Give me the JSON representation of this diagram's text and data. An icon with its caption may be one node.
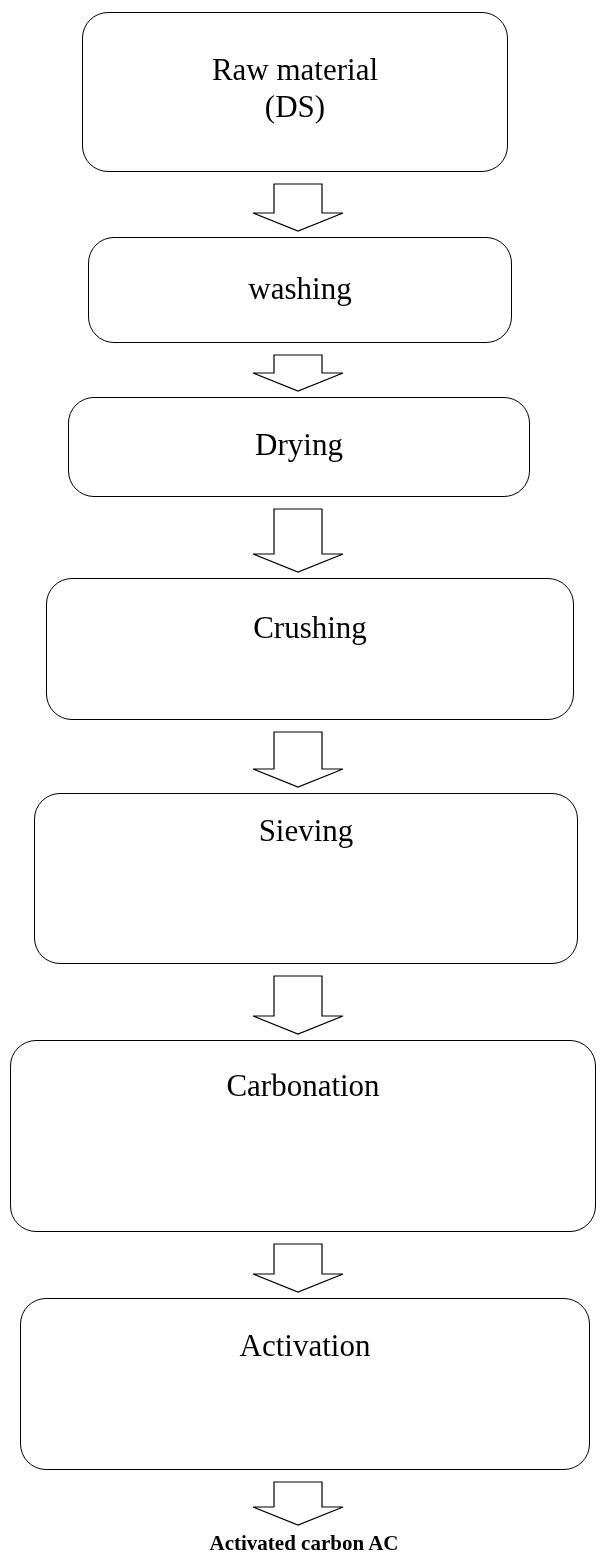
{
  "diagram": {
    "nodes": [
      {
        "text": [
          "Raw material (DS)"
        ]
      },
      {
        "text": [
          "washing"
        ]
      },
      {
        "text": [
          "Drying"
        ]
      },
      {
        "text": [
          "Crushing"
        ]
      },
      {
        "text": [
          "Sieving"
        ]
      },
      {
        "text": [
          "Carbonation"
        ]
      },
      {
        "text": [
          "Activation"
        ]
      },
      {
        "text": [
          "Activated carbon AC"
        ]
      }
    ],
    "edges": [
      {
        "from": 0,
        "to": 1,
        "arrow": "to"
      },
      {
        "from": 1,
        "to": 2,
        "arrow": "to"
      },
      {
        "from": 2,
        "to": 3,
        "arrow": "to"
      },
      {
        "from": 3,
        "to": 4,
        "arrow": "to"
      },
      {
        "from": 4,
        "to": 5,
        "arrow": "to"
      },
      {
        "from": 5,
        "to": 6,
        "arrow": "to"
      },
      {
        "from": 6,
        "to": 7,
        "arrow": "to"
      }
    ]
  }
}
